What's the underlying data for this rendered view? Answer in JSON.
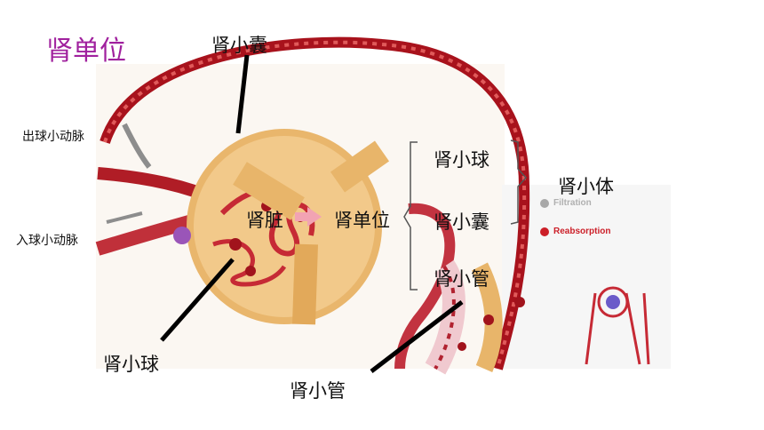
{
  "title": "肾单位",
  "labels": {
    "capsule_top": "肾小囊",
    "efferent": "出球小动脉",
    "afferent": "入球小动脉",
    "glomerulus_bottom": "肾小球",
    "tubule_bottom": "肾小管",
    "kidney": "肾脏",
    "nephron": "肾单位",
    "brace_glomerulus": "肾小球",
    "brace_capsule": "肾小囊",
    "brace_tubule": "肾小管",
    "corpuscle": "肾小体"
  },
  "legend": {
    "filtration": "Filtration",
    "reabsorption": "Reabsorption"
  },
  "colors": {
    "title": "#a0219e",
    "arrow": "#f2a3b3",
    "vessel": "#b8202a",
    "capsule": "#e8b56a"
  }
}
